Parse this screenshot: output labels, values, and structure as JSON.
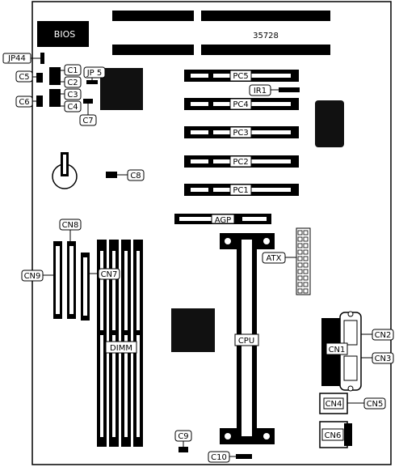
{
  "labels": {
    "bios": "BIOS",
    "board_id": "35728",
    "jp44": "JP44",
    "c1": "C1",
    "c2": "C2",
    "c3": "C3",
    "c4": "C4",
    "c5": "C5",
    "c6": "C6",
    "c7": "C7",
    "c8": "C8",
    "c9": "C9",
    "c10": "C10",
    "jp5": "JP 5",
    "ir1": "IR1",
    "pc1": "PC1",
    "pc2": "PC2",
    "pc3": "PC3",
    "pc4": "PC4",
    "pc5": "PC5",
    "agp": "AGP",
    "atx": "ATX",
    "cpu": "CPU",
    "dimm": "DIMM",
    "cn1": "CN1",
    "cn2": "CN2",
    "cn3": "CN3",
    "cn4": "CN4",
    "cn5": "CN5",
    "cn6": "CN6",
    "cn7": "CN7",
    "cn8": "CN8",
    "cn9": "CN9"
  }
}
